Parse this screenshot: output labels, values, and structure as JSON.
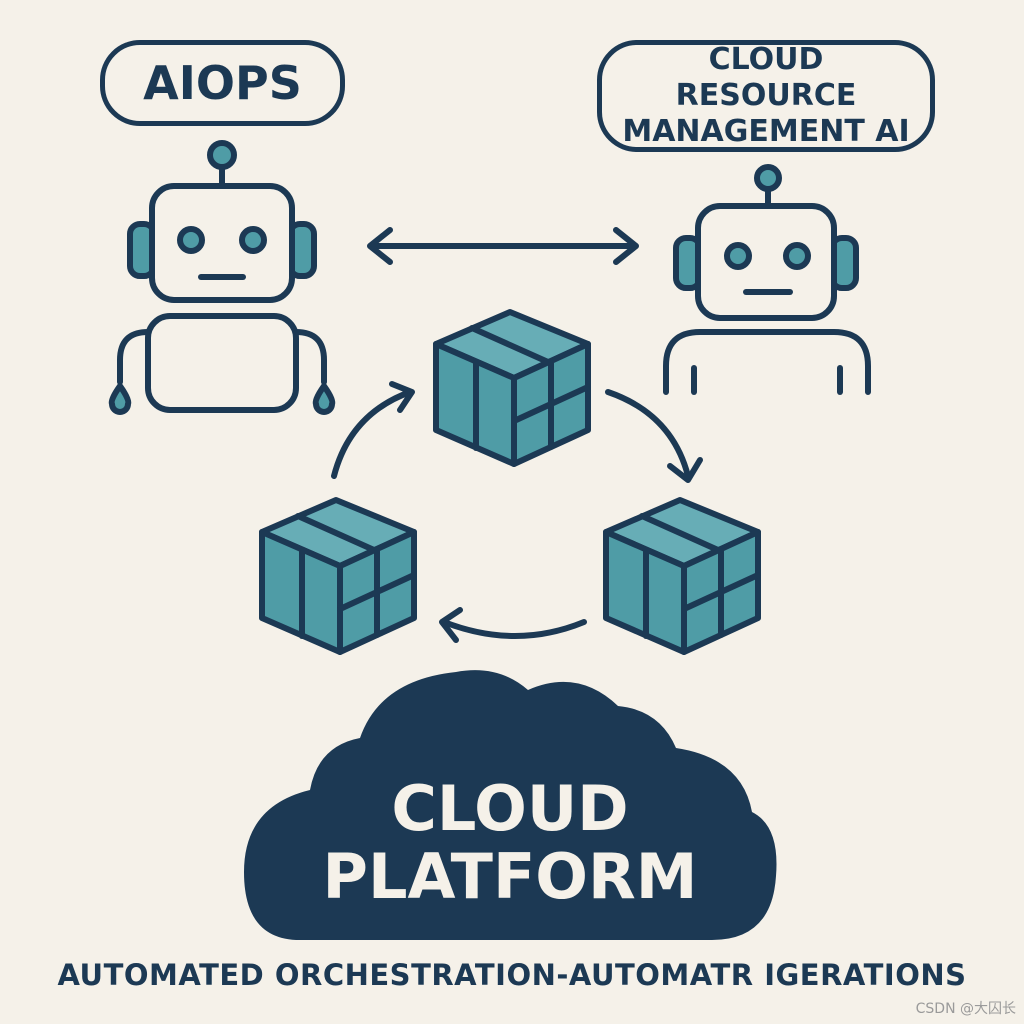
{
  "colors": {
    "background": "#f5f1e9",
    "navy": "#1c3954",
    "teal": "#4f9ca6",
    "teal_light": "#67adb6"
  },
  "labels": {
    "aiops": "AIOPS",
    "cloud_resource_line1": "CLOUD RESOURCE",
    "cloud_resource_line2": "MANAGEMENT AI",
    "cloud_line1": "CLOUD",
    "cloud_line2": "PLATFORM",
    "caption": "AUTOMATED ORCHESTRATION-AUTOMATR IGERATIONS"
  },
  "watermark": "CSDN @大囚长",
  "icons": {
    "left_robot": "robot-icon",
    "right_robot": "robot-icon",
    "connector": "double-arrow-icon",
    "containers": "container-cube-icon",
    "cycle": "circular-arrow-icon",
    "platform": "cloud-icon"
  }
}
